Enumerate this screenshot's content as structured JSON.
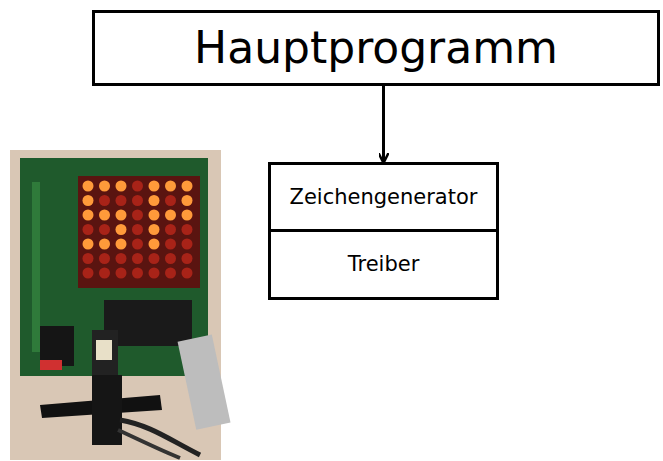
{
  "diagram": {
    "nodes": [
      {
        "text": [
          "Hauptprogramm"
        ]
      },
      {
        "text": [
          "Zeichengenerator"
        ]
      },
      {
        "text": [
          "Treiber"
        ]
      }
    ],
    "edges": [
      {
        "from": 0,
        "to": 1,
        "arrow": "to"
      }
    ]
  }
}
